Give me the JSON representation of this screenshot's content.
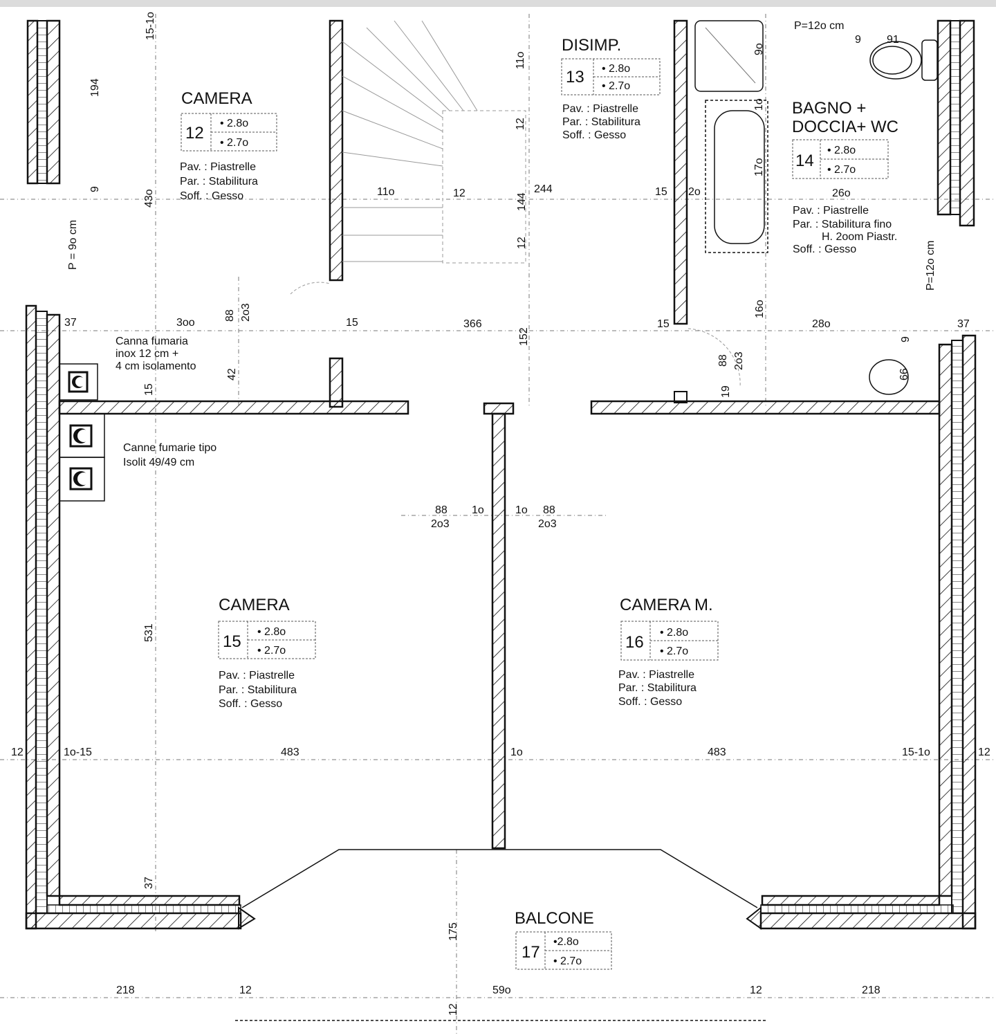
{
  "rooms": [
    {
      "name": "CAMERA",
      "number": "12",
      "h1": "• 2.8o",
      "h2": "• 2.7o",
      "pav": "Pav. : Piastrelle",
      "par": "Par. : Stabilitura",
      "soff": "Soff. : Gesso"
    },
    {
      "name": "DISIMP.",
      "number": "13",
      "h1": "• 2.8o",
      "h2": "• 2.7o",
      "pav": "Pav. : Piastrelle",
      "par": "Par. : Stabilitura",
      "soff": "Soff. : Gesso"
    },
    {
      "name": "BAGNO +",
      "name2": "DOCCIA+ WC",
      "number": "14",
      "h1": "• 2.8o",
      "h2": "• 2.7o",
      "pav": "Pav. : Piastrelle",
      "par": "Par. : Stabilitura fino",
      "par2": "H. 2oom Piastr.",
      "soff": "Soff. : Gesso"
    },
    {
      "name": "CAMERA",
      "number": "15",
      "h1": "• 2.8o",
      "h2": "• 2.7o",
      "pav": "Pav. : Piastrelle",
      "par": "Par. : Stabilitura",
      "soff": "Soff. : Gesso"
    },
    {
      "name": "CAMERA  M.",
      "number": "16",
      "h1": "• 2.8o",
      "h2": "• 2.7o",
      "pav": "Pav. : Piastrelle",
      "par": "Par. : Stabilitura",
      "soff": "Soff. : Gesso"
    },
    {
      "name": "BALCONE",
      "number": "17",
      "h1": "•2.8o",
      "h2": "• 2.7o"
    }
  ],
  "notes": {
    "canna1": "Canna fumaria",
    "canna2": "inox 12 cm +",
    "canna3": "4 cm isolamento",
    "canne1": "Canne fumarie tipo",
    "canne2": "Isolit 49/49 cm"
  },
  "dimensions": [
    "15-1o",
    "194",
    "9",
    "43o",
    "P = 9o cm",
    "11o",
    "12",
    "144",
    "12",
    "11o",
    "12",
    "244",
    "15",
    "2o",
    "17o",
    "1o",
    "9o",
    "P=12o cm",
    "9",
    "91",
    "26o",
    "P=12o cm",
    "37",
    "3oo",
    "88",
    "2o3",
    "15",
    "366",
    "152",
    "15",
    "16o",
    "28o",
    "37",
    "9",
    "42",
    "15",
    "88",
    "2o3",
    "19",
    "66",
    "88",
    "2o3",
    "1o",
    "1o",
    "88",
    "2o3",
    "531",
    "12",
    "1o-15",
    "483",
    "1o",
    "483",
    "15-1o",
    "12",
    "37",
    "175",
    "218",
    "12",
    "59o",
    "12",
    "218",
    "12"
  ]
}
